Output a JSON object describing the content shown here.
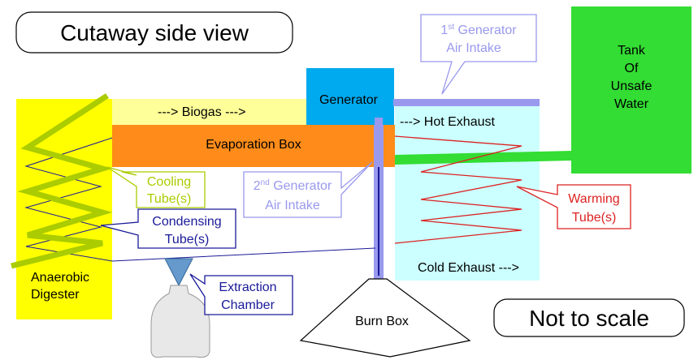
{
  "title": "Cutaway side view",
  "note": "Not to scale",
  "generator": "Generator",
  "biogas": "---> Biogas --->",
  "evaporation_box": "Evaporation Box",
  "hot_exhaust": "---> Hot Exhaust",
  "cold_exhaust": "Cold Exhaust --->",
  "tank": [
    "Tank",
    "Of",
    "Unsafe",
    "Water"
  ],
  "digester": [
    "Anaerobic",
    "Digester"
  ],
  "burn_box": "Burn Box",
  "air_intake_1": {
    "ordinal": "1",
    "sup": "st",
    "line1_rest": " Generator",
    "line2": "Air Intake"
  },
  "air_intake_2": {
    "ordinal": "2",
    "sup": "nd",
    "line1_rest": " Generator",
    "line2": "Air Intake"
  },
  "cooling": [
    "Cooling",
    "Tube(s)"
  ],
  "condensing": [
    "Condensing",
    "Tube(s)"
  ],
  "warming": [
    "Warming",
    "Tube(s)"
  ],
  "extraction": [
    "Extraction",
    "Chamber"
  ],
  "colors": {
    "digester": "#ffff00",
    "biogas": "#ffff99",
    "evaporation": "#ff8c1a",
    "generator": "#00aaee",
    "exhaust": "#ccffff",
    "tank": "#33dd33",
    "pipe": "#9999ee",
    "cooling": "#aacc00",
    "warming": "#dd2222",
    "condensing": "#1a1a99"
  }
}
